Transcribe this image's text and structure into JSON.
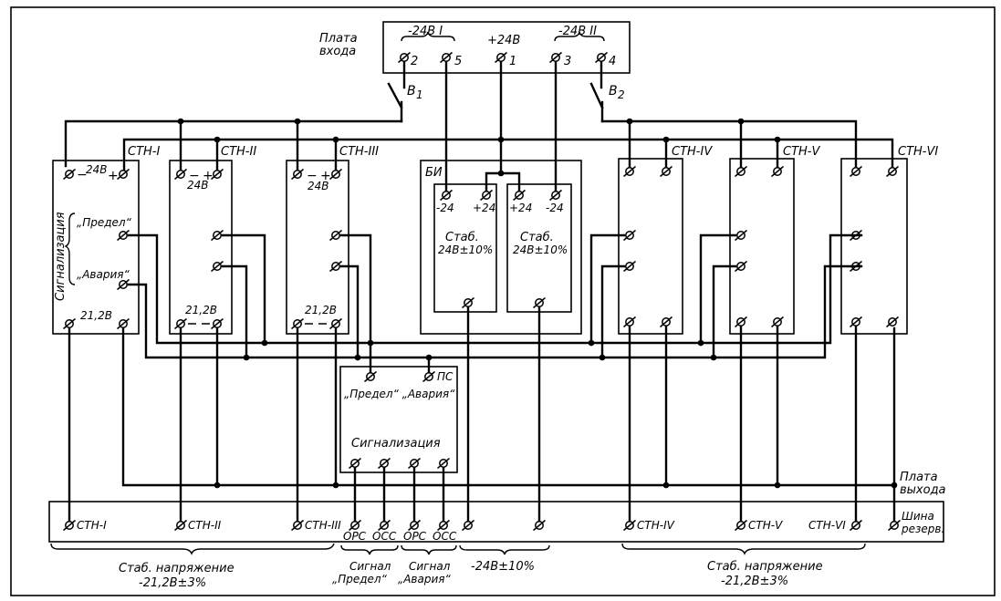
{
  "input_board": {
    "title_line1": "Плата",
    "title_line2": "входа",
    "group1": "-24В I",
    "plus": "+24В",
    "group2": "-24В II",
    "t2": "2",
    "t5": "5",
    "t1": "1",
    "t3": "3",
    "t4": "4",
    "switch1": "В",
    "switch1_sub": "1",
    "switch2": "В",
    "switch2_sub": "2"
  },
  "stn_blocks": [
    {
      "label": "СТН-I"
    },
    {
      "label": "СТН-II"
    },
    {
      "label": "СТН-III"
    },
    {
      "label": "СТН-IV"
    },
    {
      "label": "СТН-V"
    },
    {
      "label": "СТН-VI"
    }
  ],
  "stn1": {
    "top_label": "24В",
    "bottom_label": "21,2В",
    "vertical_label": "Сигнализация",
    "signal1": "„Предел“",
    "signal2": "„Авария“"
  },
  "stn2": {
    "top_label": "24В",
    "bottom_label": "21,2В"
  },
  "stn3": {
    "top_label": "24В",
    "bottom_label": "21,2В"
  },
  "bi": {
    "label": "БИ",
    "stab1": {
      "t_minus": "-24",
      "t_plus": "+24",
      "line1": "Стаб.",
      "line2": "24В±10%"
    },
    "stab2": {
      "t_plus": "+24",
      "t_minus": "-24",
      "line1": "Стаб.",
      "line2": "24В±10%"
    }
  },
  "signal_block": {
    "label_top": "„Предел“ „Авария“",
    "ps": "ПС",
    "label": "Сигнализация"
  },
  "output_board": {
    "title_line1": "Плата",
    "title_line2": "выхода",
    "terminals": [
      "СТН-I",
      "СТН-II",
      "СТН-III",
      "СТН-IV",
      "СТН-V",
      "СТН-VI"
    ],
    "orc1": "ОРС",
    "occ1": "ОСС",
    "orc2": "ОРС",
    "occ2": "ОСС",
    "reserve_line1": "Шина",
    "reserve_line2": "резерв."
  },
  "bottom_labels": {
    "left_line1": "Стаб. напряжение",
    "left_line2": "-21,2В±3%",
    "signal_limit_line1": "Сигнал",
    "signal_limit_line2": "„Предел“",
    "signal_alarm_line1": "Сигнал",
    "signal_alarm_line2": "„Авария“",
    "voltage_24": "-24В±10%",
    "right_line1": "Стаб. напряжение",
    "right_line2": "-21,2В±3%"
  }
}
